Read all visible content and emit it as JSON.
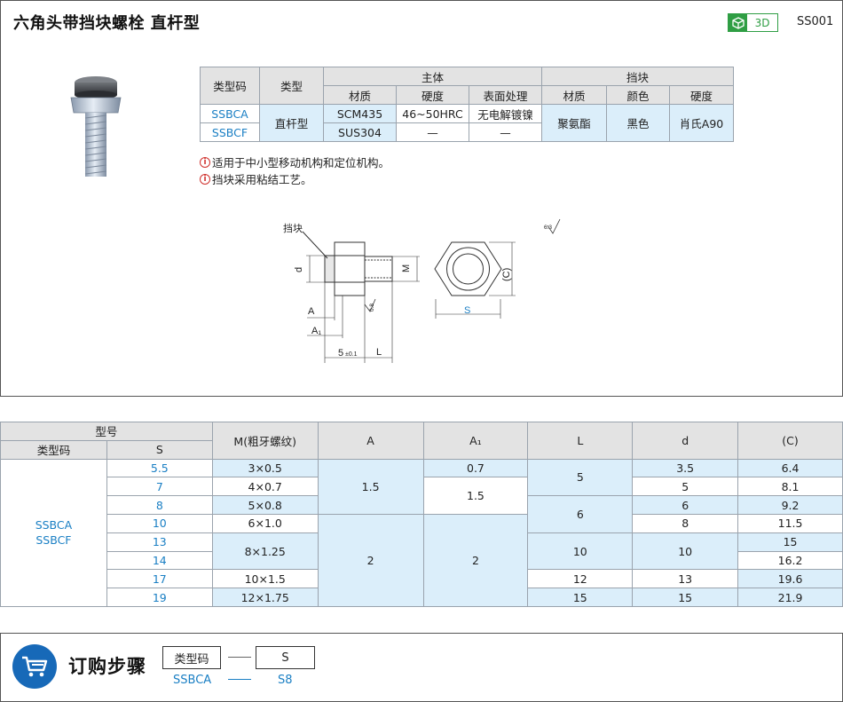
{
  "header": {
    "title": "六角头带挡块螺栓  直杆型",
    "badge_3d": "3D",
    "product_code": "SS001"
  },
  "spec_table": {
    "h_type_code": "类型码",
    "h_type": "类型",
    "h_body": "主体",
    "h_stopper": "挡块",
    "h_material": "材质",
    "h_hardness": "硬度",
    "h_surface": "表面处理",
    "h_material2": "材质",
    "h_color": "颜色",
    "h_hardness2": "硬度",
    "rows": [
      {
        "code": "SSBCA",
        "material": "SCM435",
        "hardness": "46~50HRC",
        "surface": "无电解镀镍"
      },
      {
        "code": "SSBCF",
        "material": "SUS304",
        "hardness": "—",
        "surface": "—"
      }
    ],
    "type_value": "直杆型",
    "stopper_material": "聚氨酯",
    "stopper_color": "黑色",
    "stopper_hardness": "肖氏A90"
  },
  "notes": [
    "适用于中小型移动机构和定位机构。",
    "挡块采用粘结工艺。"
  ],
  "drawing": {
    "label_stopper": "挡块",
    "d": "d",
    "M": "M",
    "A": "A",
    "A1": "A₁",
    "five": "5",
    "five_tol": "±0.1",
    "L": "L",
    "C": "(C)",
    "S": "S",
    "rough1": "6.3",
    "rough2": "0.8"
  },
  "dim_table": {
    "h_model": "型号",
    "h_type_code": "类型码",
    "h_S": "S",
    "h_M": "M(粗牙螺纹)",
    "h_A": "A",
    "h_A1": "A₁",
    "h_L": "L",
    "h_d": "d",
    "h_C": "(C)",
    "type_codes": "SSBCA\nSSBCF",
    "S": [
      "5.5",
      "7",
      "8",
      "10",
      "13",
      "14",
      "17",
      "19"
    ],
    "M": [
      "3×0.5",
      "4×0.7",
      "5×0.8",
      "6×1.0",
      "8×1.25",
      "10×1.5",
      "12×1.75"
    ],
    "A": [
      "1.5",
      "2"
    ],
    "A1": [
      "0.7",
      "1.5",
      "2"
    ],
    "L": [
      "5",
      "6",
      "10",
      "12",
      "15"
    ],
    "d": [
      "3.5",
      "5",
      "6",
      "8",
      "10",
      "13",
      "15"
    ],
    "C": [
      "6.4",
      "8.1",
      "9.2",
      "11.5",
      "15",
      "16.2",
      "19.6",
      "21.9"
    ]
  },
  "order": {
    "title": "订购步骤",
    "box1": "类型码",
    "box2": "S",
    "ex1": "SSBCA",
    "ex2": "S8"
  },
  "colors": {
    "accent_blue": "#1a7fc4",
    "header_gray": "#e3e3e3",
    "cell_blue": "#dbeefa",
    "green": "#2f9e44",
    "cart_blue": "#1769b8"
  }
}
